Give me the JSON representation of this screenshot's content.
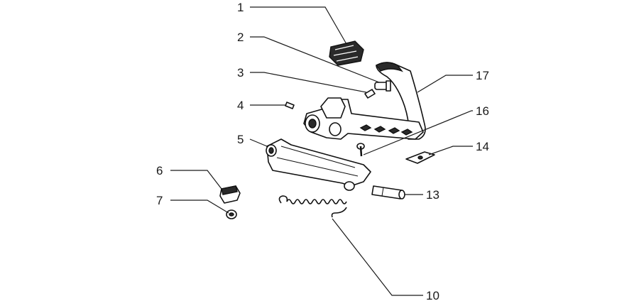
{
  "diagram": {
    "callouts": [
      {
        "id": "c1",
        "label": "1"
      },
      {
        "id": "c2",
        "label": "2"
      },
      {
        "id": "c3",
        "label": "3"
      },
      {
        "id": "c4",
        "label": "4"
      },
      {
        "id": "c5",
        "label": "5"
      },
      {
        "id": "c6",
        "label": "6"
      },
      {
        "id": "c7",
        "label": "7"
      },
      {
        "id": "c10",
        "label": "10"
      },
      {
        "id": "c13",
        "label": "13"
      },
      {
        "id": "c14",
        "label": "14"
      },
      {
        "id": "c16",
        "label": "16"
      },
      {
        "id": "c17",
        "label": "17"
      }
    ]
  }
}
